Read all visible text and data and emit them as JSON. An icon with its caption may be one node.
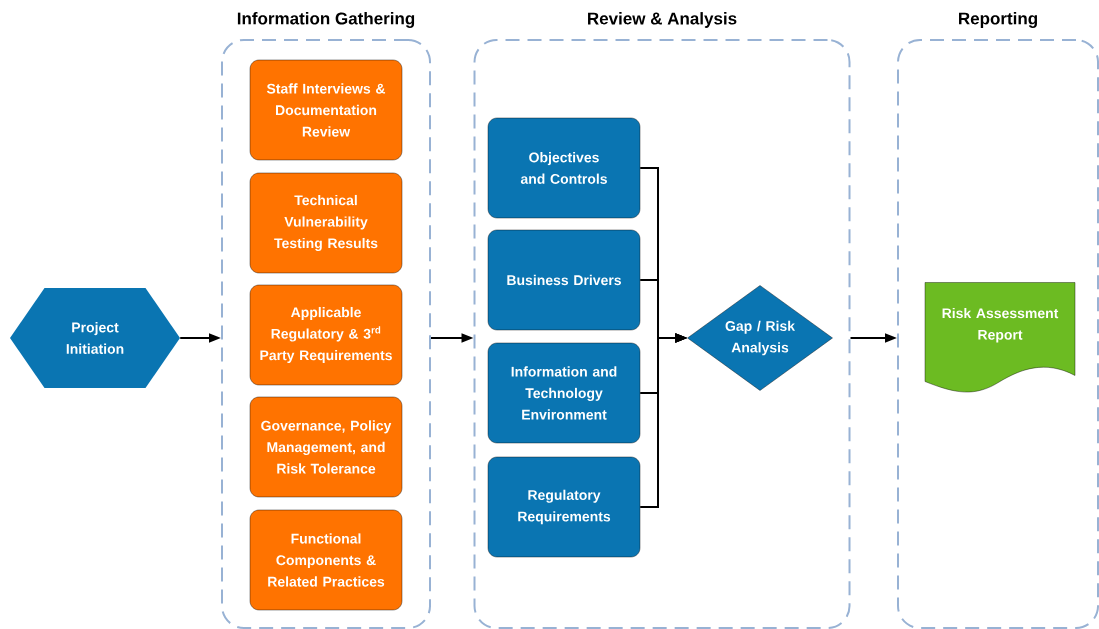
{
  "diagram": {
    "nodes": [
      {
        "text": [
          "Project Initiation"
        ]
      },
      {
        "text": [
          "Information Gathering"
        ]
      },
      {
        "text": [
          "Staff Interviews & Documentation Review"
        ],
        "in": 1
      },
      {
        "text": [
          "Technical Vulnerability Testing Results"
        ],
        "in": 1
      },
      {
        "text": [
          "Applicable Regulatory & 3$^{rd}$ Party Requirements"
        ],
        "in": 1
      },
      {
        "text": [
          "Governance, Policy Management, and Risk Tolerance"
        ],
        "in": 1
      },
      {
        "text": [
          "Functional Components & Related Practices"
        ],
        "in": 1
      },
      {
        "text": [
          "Review & Analysis"
        ]
      },
      {
        "text": [
          "Objectives and Controls"
        ],
        "in": 7
      },
      {
        "text": [
          "Business Drivers"
        ],
        "in": 7
      },
      {
        "text": [
          "Information and Technology Environment"
        ],
        "in": 7
      },
      {
        "text": [
          "Regulatory Requirements"
        ],
        "in": 7
      },
      {
        "text": [
          "Gap / Risk Analysis"
        ],
        "in": 7
      },
      {
        "text": [
          "Reporting"
        ]
      },
      {
        "text": [
          "Risk Assessment Report"
        ],
        "in": 13
      }
    ],
    "edges": [
      {
        "from": 0,
        "to": 1,
        "arrow": "to"
      },
      {
        "from": 1,
        "to": 7,
        "arrow": "to"
      },
      {
        "from": 8,
        "to": 12,
        "arrow": "to"
      },
      {
        "from": 9,
        "to": 12,
        "arrow": "to"
      },
      {
        "from": 10,
        "to": 12,
        "arrow": "to"
      },
      {
        "from": 11,
        "to": 12,
        "arrow": "to"
      },
      {
        "from": 7,
        "to": 13,
        "arrow": "to"
      }
    ]
  }
}
